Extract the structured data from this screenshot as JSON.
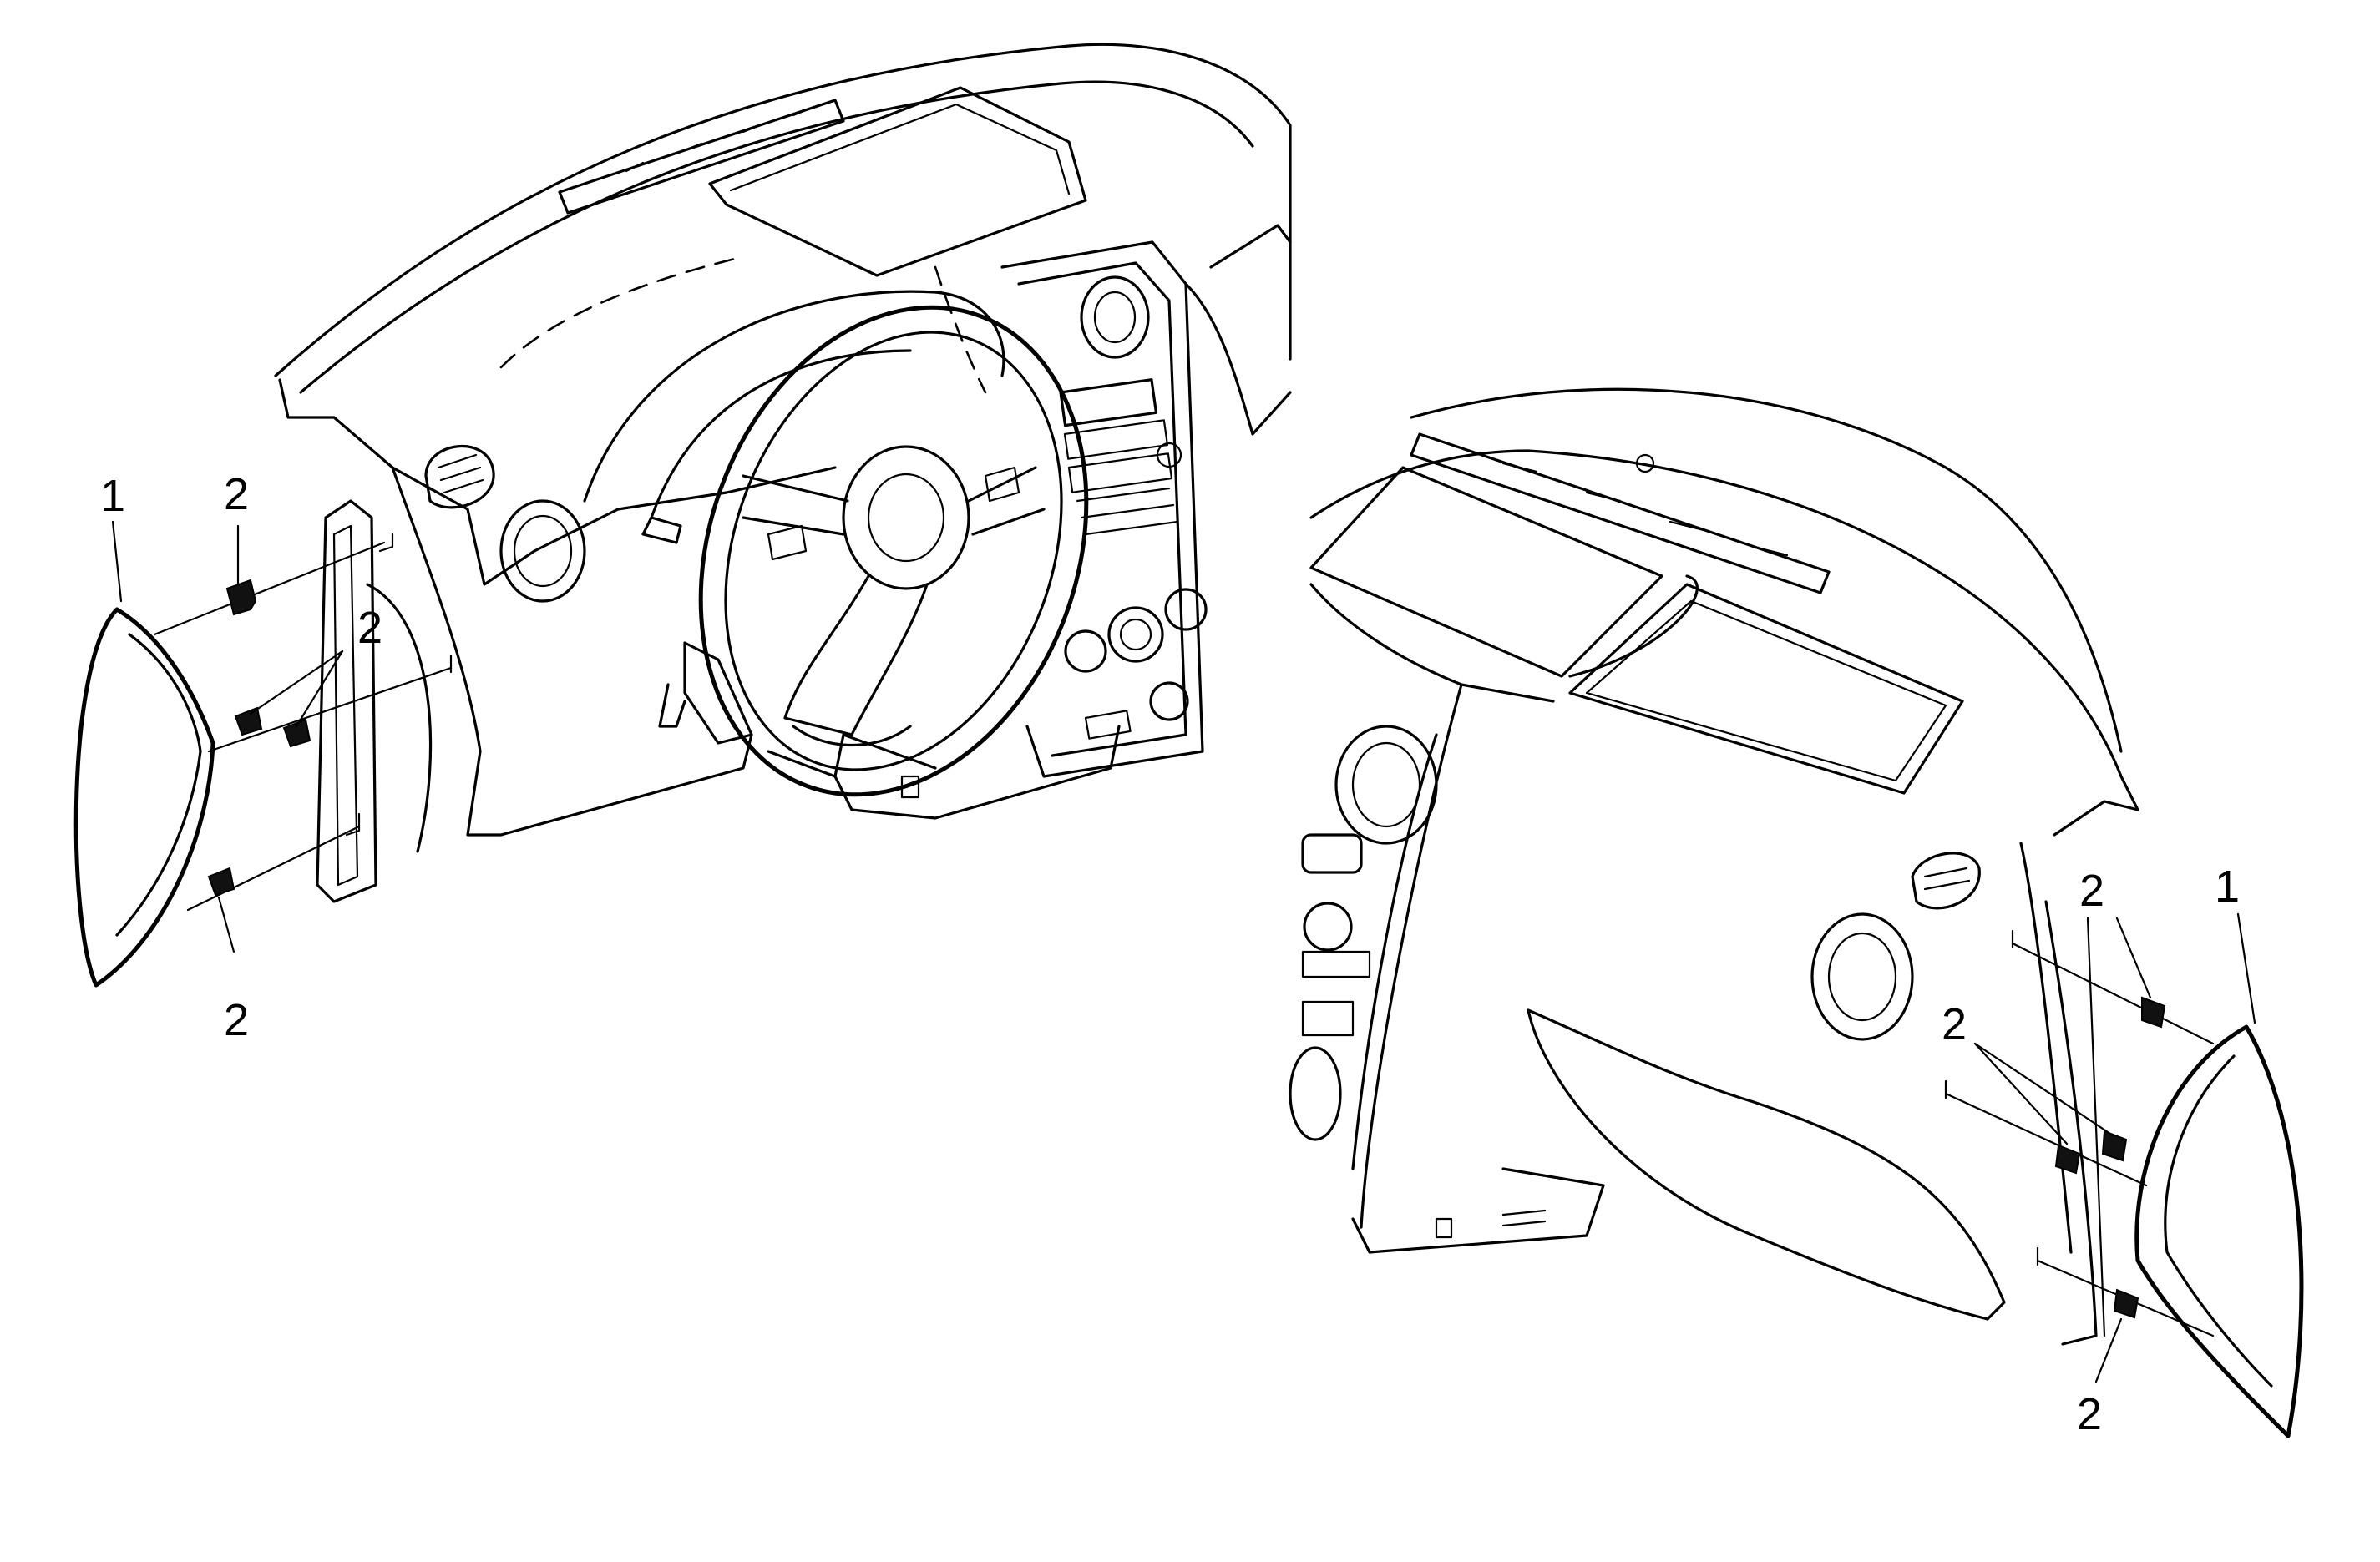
{
  "callouts": {
    "left": [
      {
        "id": "L-1",
        "text": "1"
      },
      {
        "id": "L-2a",
        "text": "2"
      },
      {
        "id": "L-2b",
        "text": "2"
      },
      {
        "id": "L-2c",
        "text": "2"
      }
    ],
    "right": [
      {
        "id": "R-1",
        "text": "1"
      },
      {
        "id": "R-2a",
        "text": "2"
      },
      {
        "id": "R-2b",
        "text": "2"
      },
      {
        "id": "R-2c",
        "text": "2"
      }
    ]
  }
}
